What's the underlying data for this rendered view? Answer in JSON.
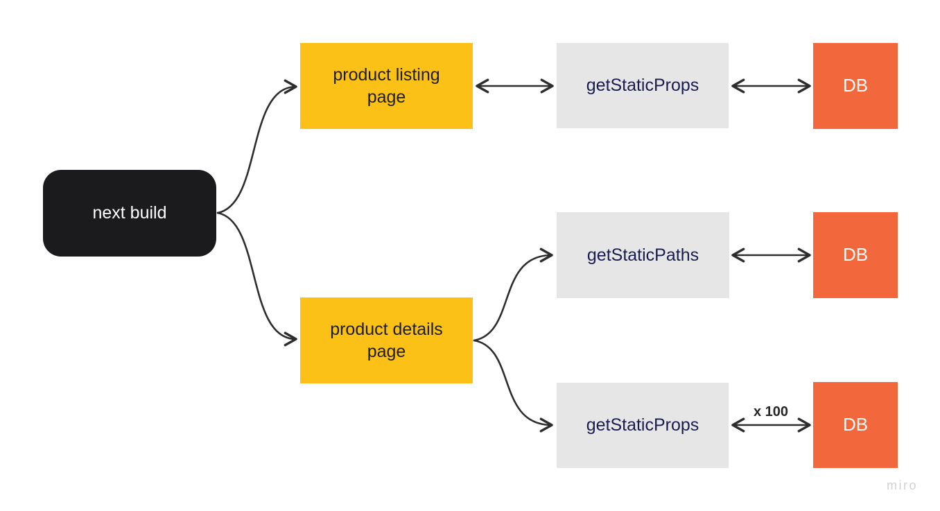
{
  "nodes": {
    "next_build": {
      "label": "next build",
      "shape": "rounded-rectangle",
      "fill": "#1b1b1d",
      "text_color": "#ffffff"
    },
    "product_listing_page": {
      "label": "product listing page",
      "shape": "rectangle",
      "fill": "#fcc116",
      "text_color": "#1e1e1e"
    },
    "get_static_props_listing": {
      "label": "getStaticProps",
      "shape": "rectangle",
      "fill": "#e6e6e6",
      "text_color": "#1b1b4f"
    },
    "db_listing": {
      "label": "DB",
      "shape": "rectangle",
      "fill": "#f3673c",
      "text_color": "#ffffff"
    },
    "get_static_paths": {
      "label": "getStaticPaths",
      "shape": "rectangle",
      "fill": "#e6e6e6",
      "text_color": "#1b1b4f"
    },
    "db_paths": {
      "label": "DB",
      "shape": "rectangle",
      "fill": "#f3673c",
      "text_color": "#ffffff"
    },
    "product_details_page": {
      "label": "product details page",
      "shape": "rectangle",
      "fill": "#fcc116",
      "text_color": "#1e1e1e"
    },
    "get_static_props_details": {
      "label": "getStaticProps",
      "shape": "rectangle",
      "fill": "#e6e6e6",
      "text_color": "#1b1b4f"
    },
    "db_details": {
      "label": "DB",
      "shape": "rectangle",
      "fill": "#f3673c",
      "text_color": "#ffffff"
    }
  },
  "edges": [
    {
      "from": "next_build",
      "to": "product_listing_page",
      "arrow": "end",
      "style": "curved"
    },
    {
      "from": "next_build",
      "to": "product_details_page",
      "arrow": "end",
      "style": "curved"
    },
    {
      "from": "product_listing_page",
      "to": "get_static_props_listing",
      "arrow": "both",
      "style": "straight"
    },
    {
      "from": "get_static_props_listing",
      "to": "db_listing",
      "arrow": "both",
      "style": "straight"
    },
    {
      "from": "product_details_page",
      "to": "get_static_paths",
      "arrow": "end",
      "style": "curved"
    },
    {
      "from": "get_static_paths",
      "to": "db_paths",
      "arrow": "both",
      "style": "straight"
    },
    {
      "from": "product_details_page",
      "to": "get_static_props_details",
      "arrow": "end",
      "style": "curved"
    },
    {
      "from": "get_static_props_details",
      "to": "db_details",
      "arrow": "both",
      "style": "straight",
      "label": "x 100"
    }
  ],
  "colors": {
    "background": "#ffffff",
    "node_black": "#1b1b1d",
    "node_yellow": "#fcc116",
    "node_gray": "#e6e6e6",
    "node_orange": "#f3673c",
    "gray_node_text": "#1b1b4f",
    "connector": "#2d2d2d",
    "edge_label_text": "#262626",
    "watermark_text": "#d2d2d2"
  },
  "watermark": "miro"
}
